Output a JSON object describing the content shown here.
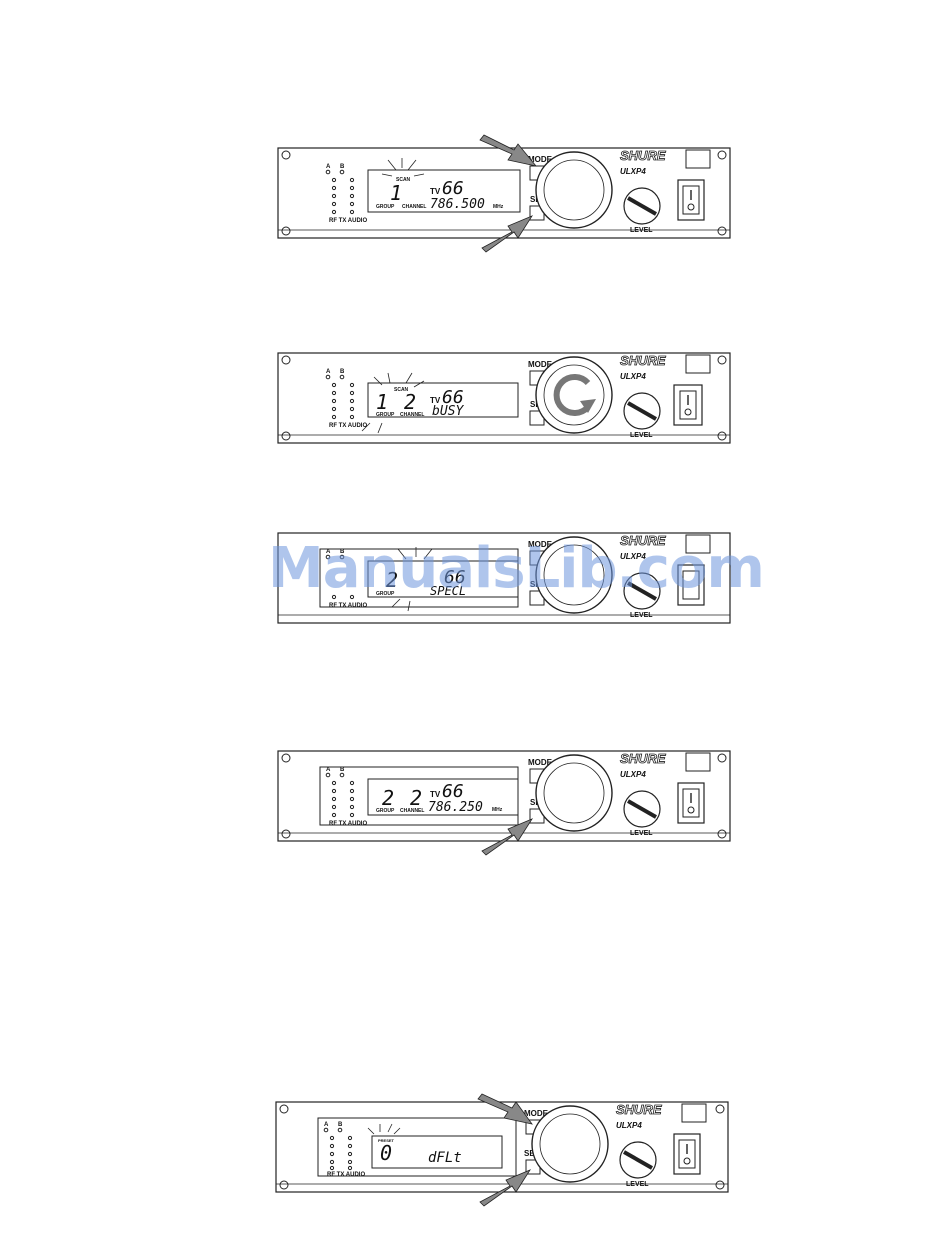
{
  "colors": {
    "line": "#222222",
    "arrow": "#888888",
    "watermark": "#6e96dc"
  },
  "front_panel": {
    "brand": "SHURE",
    "model": "ULXP4",
    "mode_label": "MODE",
    "set_label": "SET",
    "level_label": "LEVEL",
    "meter_headers": [
      "A",
      "B"
    ],
    "meter_footer": "RF  TX  AUDIO",
    "group_label": "GROUP",
    "channel_label": "CHANNEL",
    "tv_label": "TV",
    "mhz_label": "MHz",
    "scan_label": "SCAN"
  },
  "figures": [
    {
      "id": "fig1",
      "group": "1",
      "channel": "",
      "tv": "66",
      "freq": "786.500",
      "status": "",
      "show_scan": true,
      "arrows": [
        "mode",
        "set"
      ]
    },
    {
      "id": "fig2",
      "group": "1",
      "channel": "2",
      "tv": "66",
      "freq": "",
      "status": "bUSY",
      "show_scan": true,
      "arrows": []
    },
    {
      "id": "fig3",
      "group": "2",
      "channel": "",
      "tv": "66",
      "freq": "",
      "status": "SPECL",
      "show_scan": false,
      "arrows": []
    },
    {
      "id": "fig4",
      "group": "2",
      "channel": "2",
      "tv": "66",
      "freq": "786.250",
      "status": "",
      "show_scan": false,
      "arrows": [
        "set"
      ]
    },
    {
      "id": "fig5",
      "group": "0",
      "channel": "",
      "tv": "",
      "freq": "",
      "status": "dFLt",
      "show_scan": false,
      "preset_label": "PRESET",
      "arrows": [
        "mode",
        "set"
      ]
    }
  ],
  "watermark": "ManualsLib.com"
}
